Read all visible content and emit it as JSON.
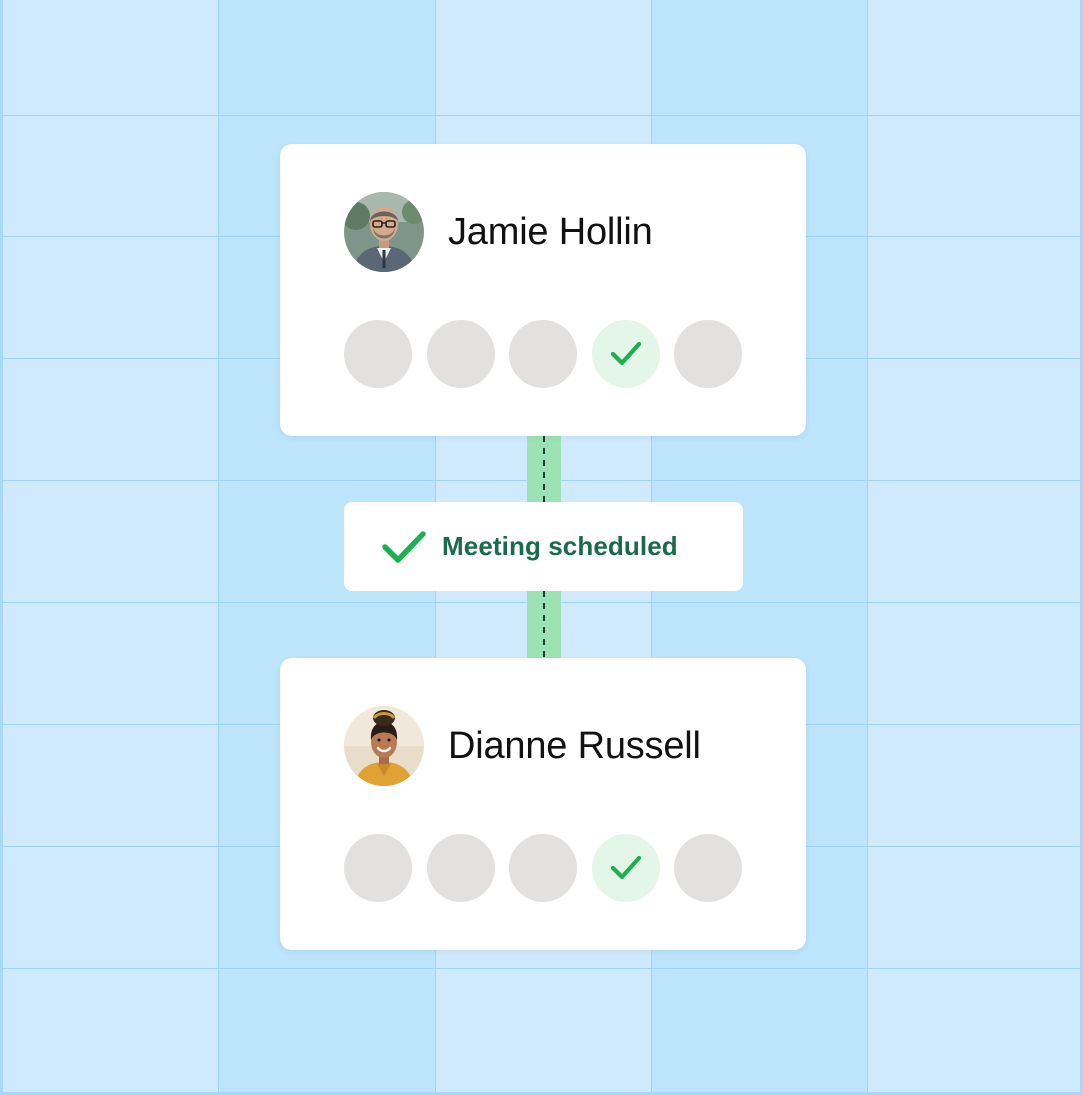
{
  "colors": {
    "background_light": "#cfeafc",
    "background_dark": "#bce4fb",
    "grid_line": "#9fd4f6",
    "connector": "#9de2b5",
    "card": "#ffffff",
    "step_pending": "#e2e1df",
    "step_done": "#e3f6e8",
    "check_green": "#1bb14f",
    "badge_text": "#1a6b49"
  },
  "contacts": [
    {
      "name": "Jamie Hollin",
      "avatar": "man-portrait-avatar",
      "steps": [
        {
          "status": "pending"
        },
        {
          "status": "pending"
        },
        {
          "status": "pending"
        },
        {
          "status": "done",
          "icon": "check-icon"
        },
        {
          "status": "pending"
        }
      ]
    },
    {
      "name": "Dianne Russell",
      "avatar": "woman-portrait-avatar",
      "steps": [
        {
          "status": "pending"
        },
        {
          "status": "pending"
        },
        {
          "status": "pending"
        },
        {
          "status": "done",
          "icon": "check-icon"
        },
        {
          "status": "pending"
        }
      ]
    }
  ],
  "status_badge": {
    "icon": "check-icon",
    "label": "Meeting scheduled"
  }
}
